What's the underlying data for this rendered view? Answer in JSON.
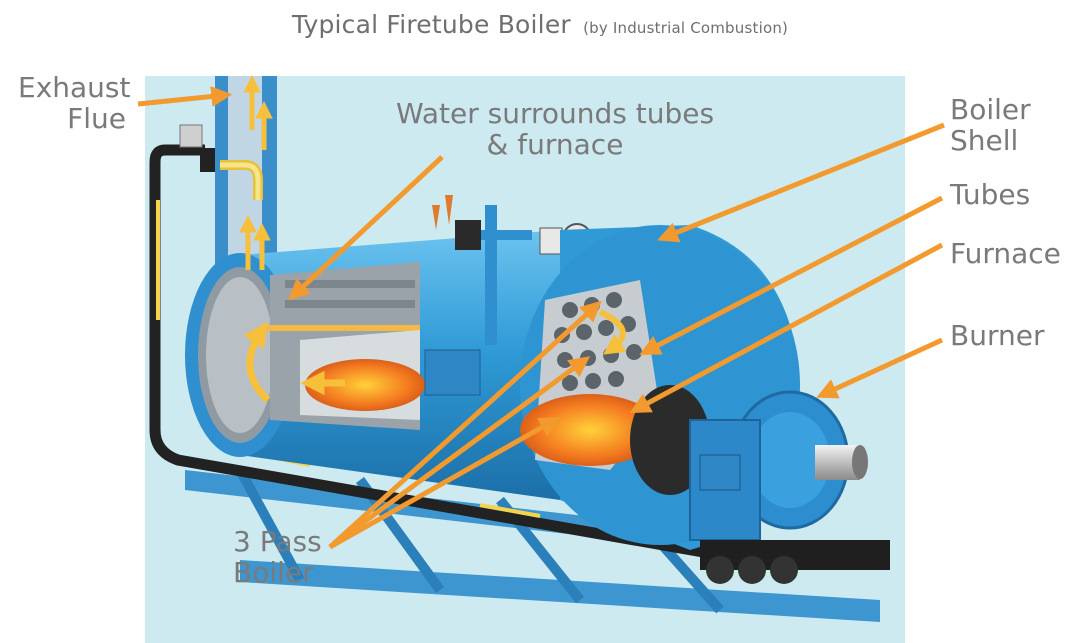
{
  "title": {
    "main": "Typical Firetube Boiler",
    "credit": "(by Industrial Combustion)"
  },
  "labels": {
    "exhaust_flue": [
      "Exhaust",
      "Flue"
    ],
    "water": [
      "Water surrounds tubes",
      "& furnace"
    ],
    "boiler_shell": [
      "Boiler",
      "Shell"
    ],
    "tubes": "Tubes",
    "furnace": "Furnace",
    "burner": "Burner",
    "three_pass": [
      "3 Pass",
      "Boiler"
    ]
  },
  "colors": {
    "background_panel": "#cdeaf1",
    "arrow": "#f39a2e",
    "label_text": "#7a7a7a",
    "boiler_blue": "#2a93d1",
    "flame": "#f47b20"
  }
}
